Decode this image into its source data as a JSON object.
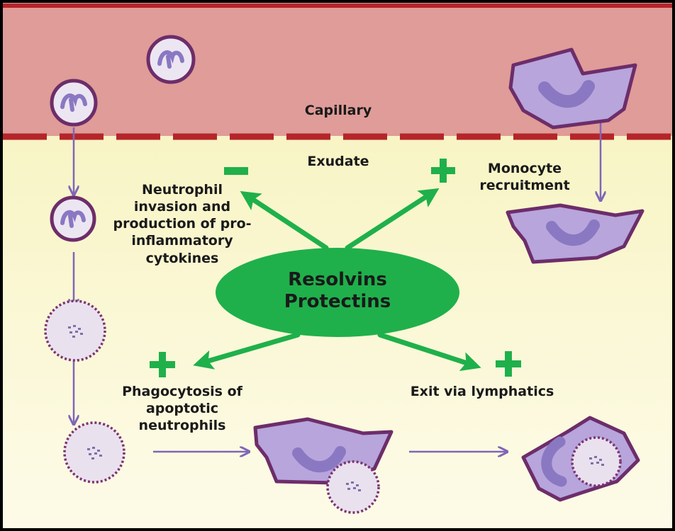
{
  "regions": {
    "capillary": "Capillary",
    "exudate": "Exudate"
  },
  "center": {
    "line1": "Resolvins",
    "line2": "Protectins"
  },
  "effects": {
    "neutrophil": {
      "sign": "minus",
      "lines": [
        "Neutrophil",
        "invasion and",
        "production of pro-",
        "inflammatory",
        "cytokines"
      ]
    },
    "monocyte": {
      "sign": "plus",
      "lines": [
        "Monocyte",
        "recruitment"
      ]
    },
    "phagocytosis": {
      "sign": "plus",
      "lines": [
        "Phagocytosis of",
        "apoptotic",
        "neutrophils"
      ]
    },
    "lymphatics": {
      "sign": "plus",
      "lines": [
        "Exit via lymphatics"
      ]
    }
  },
  "colors": {
    "capillary_fill": "#df9c98",
    "vessel_wall": "#b5252a",
    "exudate_top": "#f6f2b9",
    "exudate_bottom": "#fdfbe8",
    "mediator_green": "#1fb04b",
    "cell_outline": "#6d2d6a",
    "cell_fill": "#b7a5dc",
    "nucleus_fill": "#8a78c2",
    "flow_arrow": "#7f66b8",
    "apoptotic_fill": "#eae1ef"
  },
  "icons": [
    "plus-icon",
    "minus-icon",
    "neutrophil-cell-icon",
    "monocyte-cell-icon",
    "macrophage-cell-icon",
    "apoptotic-cell-icon"
  ]
}
